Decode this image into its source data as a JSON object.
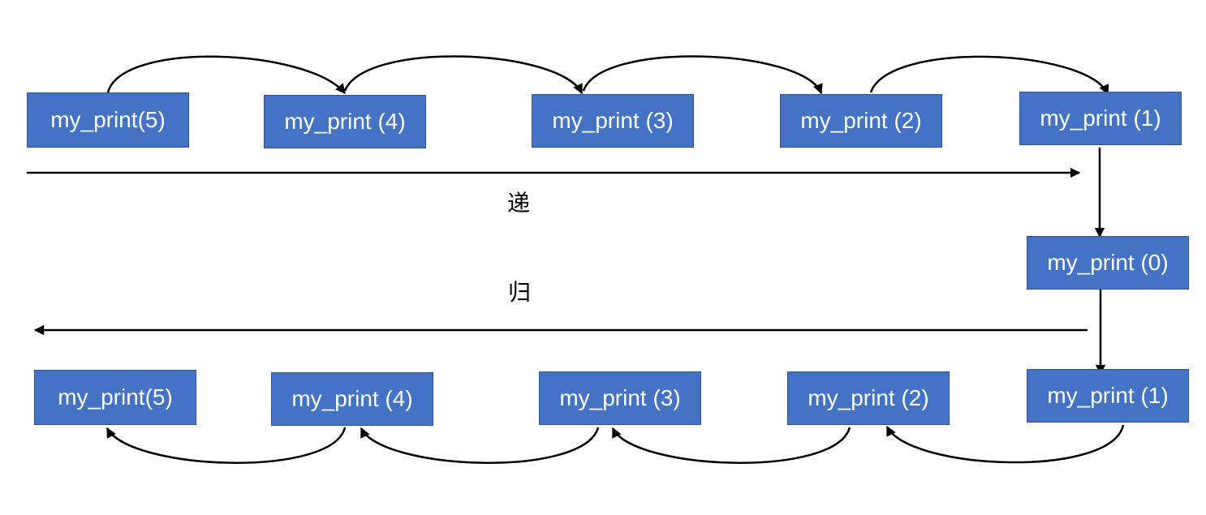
{
  "top_row": [
    "my_print(5)",
    "my_print (4)",
    "my_print (3)",
    "my_print (2)",
    "my_print (1)"
  ],
  "middle": "my_print (0)",
  "bottom_row": [
    "my_print(5)",
    "my_print (4)",
    "my_print (3)",
    "my_print (2)",
    "my_print (1)"
  ],
  "label_descend": "递",
  "label_return": "归",
  "colors": {
    "box_fill": "#4472c4",
    "box_border": "#2f528f",
    "text": "#ffffff",
    "arrow": "#000000"
  }
}
